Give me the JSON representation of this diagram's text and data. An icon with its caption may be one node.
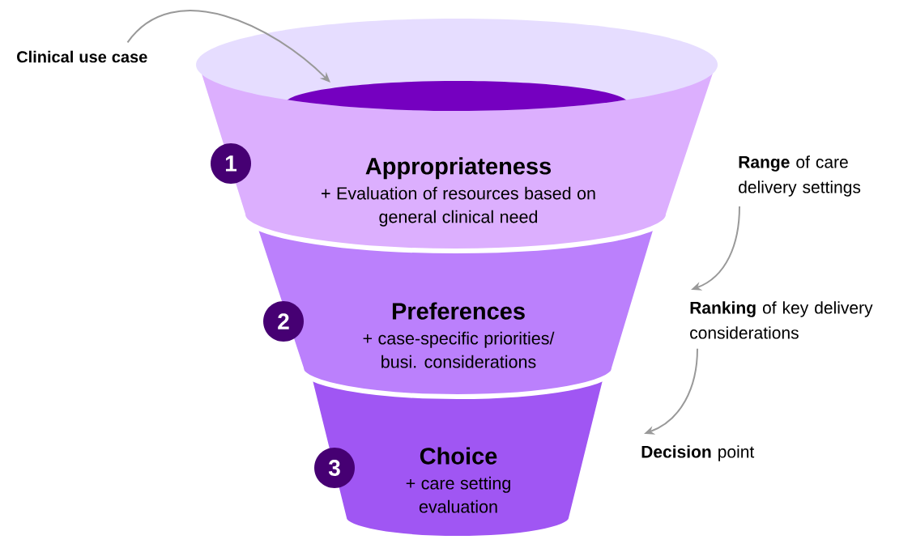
{
  "diagram": {
    "nodes": [
      {
        "text": [
          "Clinical use case"
        ]
      },
      {
        "text": [],
        "shape": "ellipse",
        "in": 2
      },
      {
        "text": [
          "Appropriateness",
          "+ Evaluation of resources based on general clinical need"
        ]
      },
      {
        "text": [
          "1"
        ],
        "in": 2
      },
      {
        "text": [
          "Preferences",
          "+ case-specific priorities/ busi. considerations"
        ]
      },
      {
        "text": [
          "2"
        ],
        "in": 4
      },
      {
        "text": [
          "Choice",
          "+ care setting evaluation"
        ]
      },
      {
        "text": [
          "3"
        ],
        "in": 6
      },
      {
        "text": [
          "**Range** of care delivery settings"
        ]
      },
      {
        "text": [
          "**Ranking** of key delivery considerations"
        ]
      },
      {
        "text": [
          "**Decision** point"
        ]
      }
    ],
    "edges": [
      {
        "from": 0,
        "to": 1,
        "arrow": "to"
      },
      {
        "from": 8,
        "to": 9,
        "arrow": "to"
      },
      {
        "from": 9,
        "to": 10,
        "arrow": "to"
      }
    ]
  }
}
